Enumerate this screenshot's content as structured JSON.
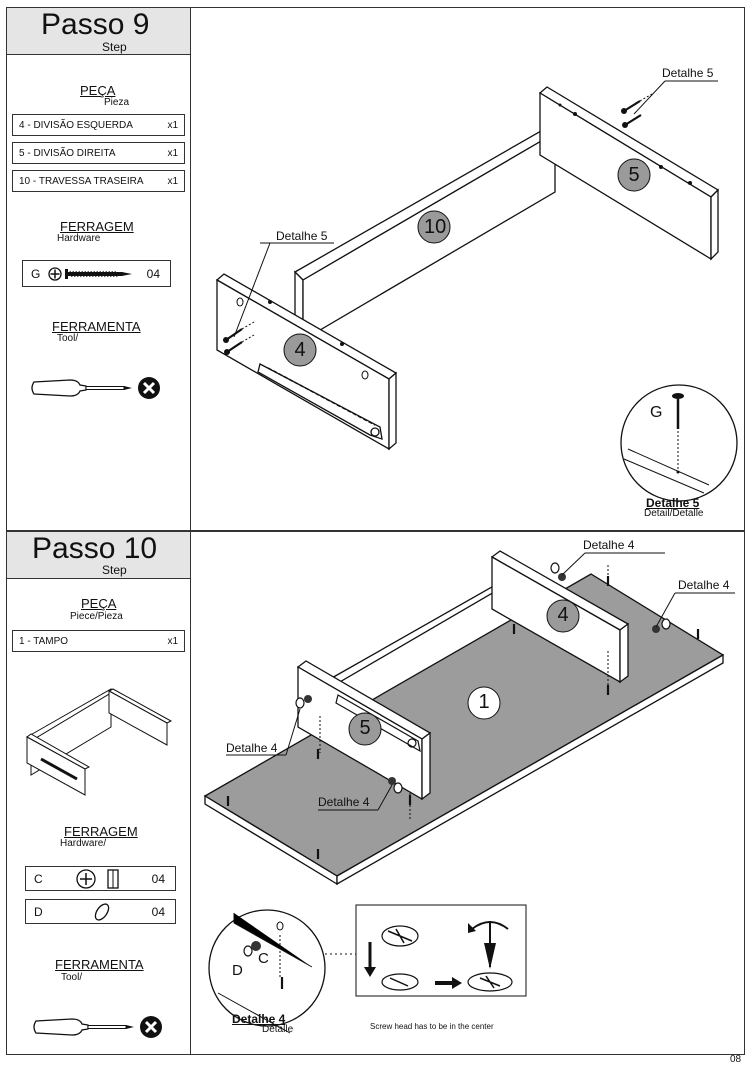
{
  "step9": {
    "title": "Passo 9",
    "subtitle": "Step",
    "parts_heading": "PEÇA",
    "parts_sub": "Pieza",
    "parts": [
      {
        "label": "4 - DIVISÃO ESQUERDA",
        "qty": "x1"
      },
      {
        "label": "5 - DIVISÃO DIREITA",
        "qty": "x1"
      },
      {
        "label": "10 - TRAVESSA TRASEIRA",
        "qty": "x1"
      }
    ],
    "hardware_heading": "FERRAGEM",
    "hardware_sub": "Hardware",
    "hardware": [
      {
        "code": "G",
        "qty": "04",
        "icon": "screw-icon"
      }
    ],
    "tool_heading": "FERRAMENTA",
    "tool_sub": "Tool/",
    "tool_icon": "phillips-screwdriver-icon",
    "callouts": {
      "detail_right": "Detalhe 5",
      "detail_left": "Detalhe 5"
    },
    "piece_numbers": {
      "p10": "10",
      "p5": "5",
      "p4": "4"
    },
    "inset": {
      "label": "G",
      "caption": "Detalhe 5",
      "caption_sub": "Detail/Detalle"
    }
  },
  "step10": {
    "title": "Passo 10",
    "subtitle": "Step",
    "parts_heading": "PEÇA",
    "parts_sub": "Piece/Pieza",
    "parts": [
      {
        "label": "1 - TAMPO",
        "qty": "x1"
      }
    ],
    "hardware_heading": "FERRAGEM",
    "hardware_sub": "Hardware/",
    "hardware": [
      {
        "code": "C",
        "qty": "04",
        "icon": "cam-lock-icon"
      },
      {
        "code": "D",
        "qty": "04",
        "icon": "wooden-dowel-icon"
      }
    ],
    "tool_heading": "FERRAMENTA",
    "tool_sub": "Tool/",
    "tool_icon": "phillips-screwdriver-icon",
    "callouts": {
      "d4_top": "Detalhe 4",
      "d4_right": "Detalhe 4",
      "d4_left": "Detalhe 4",
      "d4_bottom": "Detalhe 4"
    },
    "piece_numbers": {
      "p1": "1",
      "p4": "4",
      "p5": "5"
    },
    "inset": {
      "label_d": "D",
      "label_c": "C",
      "caption": "Detalhe 4",
      "caption_sub": "Detalle"
    },
    "note": "Screw head has to be in the center"
  },
  "page_number": "08"
}
